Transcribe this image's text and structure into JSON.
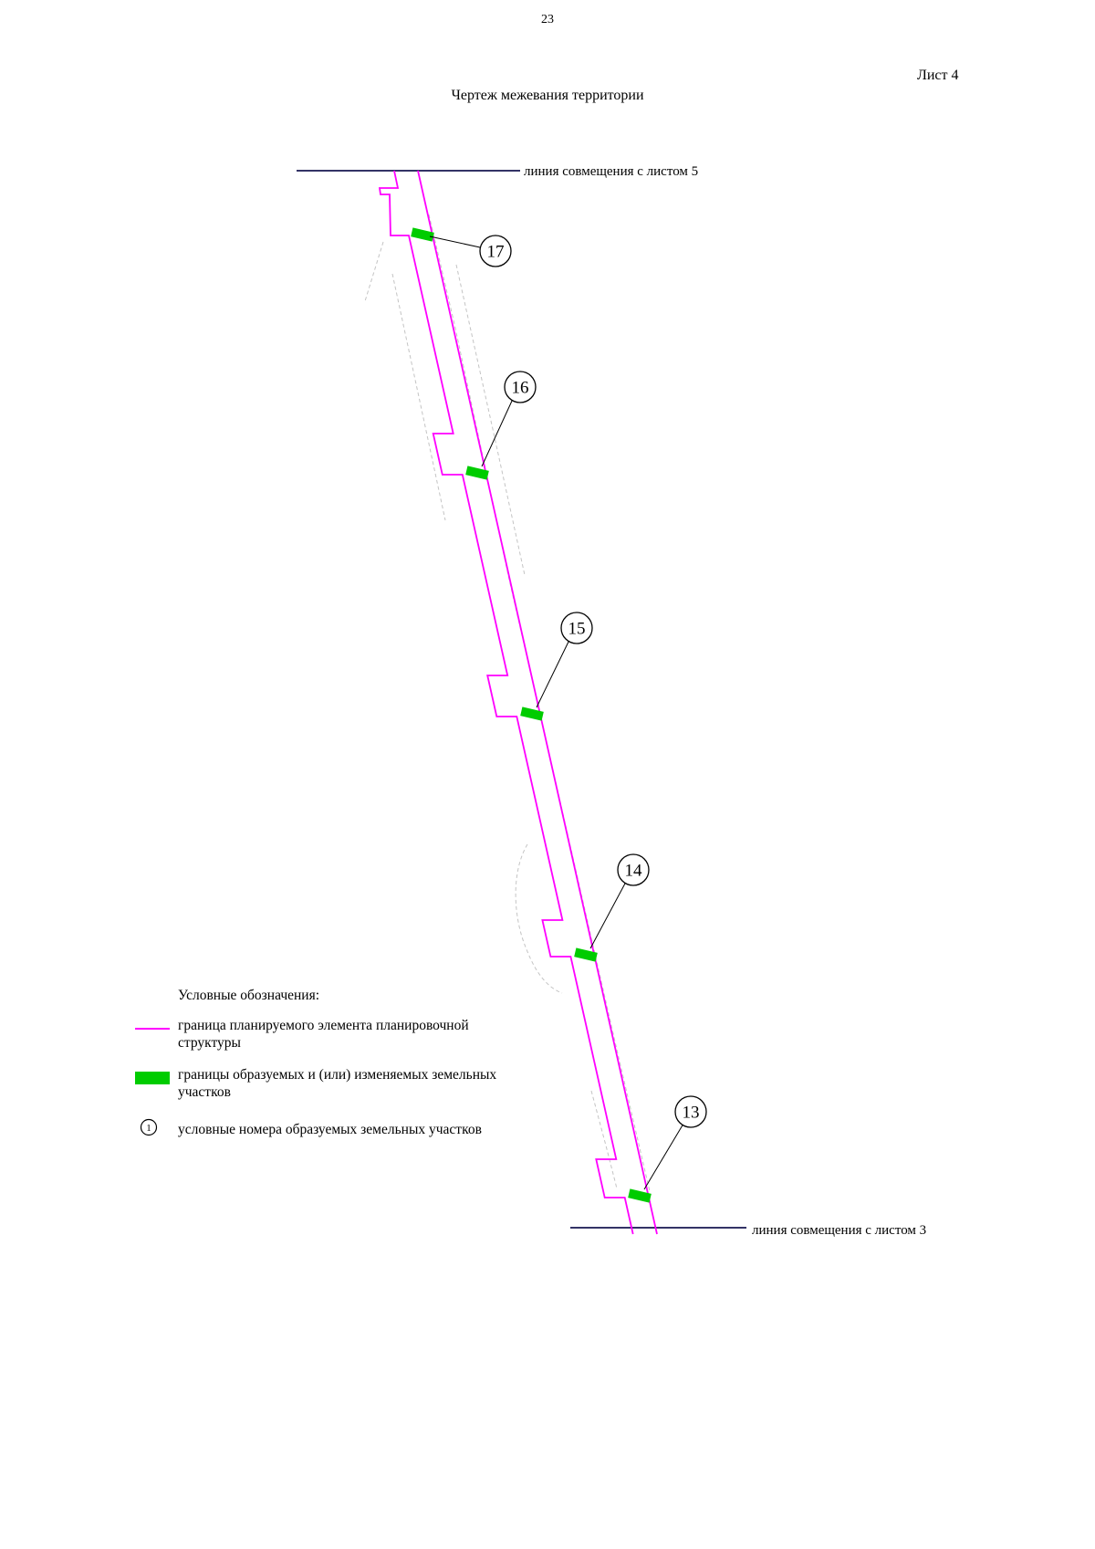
{
  "page": {
    "number": "23",
    "sheet": "Лист 4",
    "title": "Чертеж межевания территории"
  },
  "match_lines": {
    "top": "линия совмещения с листом 5",
    "bottom": "линия совмещения с листом 3"
  },
  "parcels": [
    {
      "label": "17"
    },
    {
      "label": "16"
    },
    {
      "label": "15"
    },
    {
      "label": "14"
    },
    {
      "label": "13"
    }
  ],
  "legend": {
    "title": "Условные обозначения:",
    "boundary_line": "граница планируемого элемента планировочной структуры",
    "parcel_boundaries": "границы образуемых и (или) изменяемых земельных участков",
    "parcel_numbers_symbol": "1",
    "parcel_numbers": "условные номера образуемых земельных участков"
  },
  "colors": {
    "planning_boundary": "#FF00FF",
    "parcel_boundary": "#00CC00",
    "match_line": "#333366"
  }
}
